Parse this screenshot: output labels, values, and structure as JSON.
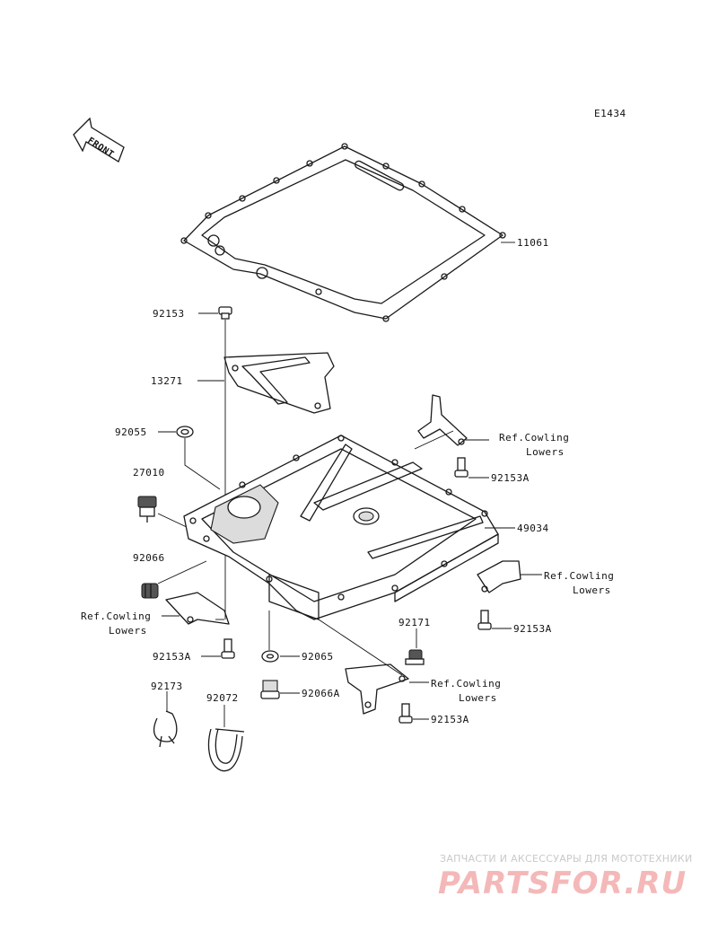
{
  "diagram_code": "E1434",
  "front_label": "FRONT",
  "parts": {
    "p11061": "11061",
    "p92153_top": "92153",
    "p13271": "13271",
    "p92055": "92055",
    "p27010": "27010",
    "p92066": "92066",
    "p92153A_left": "92153A",
    "p92173": "92173",
    "p92072": "92072",
    "p92065": "92065",
    "p92066A": "92066A",
    "p92171": "92171",
    "p92153A_bottom": "92153A",
    "p49034": "49034",
    "p92153A_right_top": "92153A",
    "p92153A_right_mid": "92153A"
  },
  "refs": {
    "ref1_line1": "Ref.Cowling",
    "ref1_line2": "Lowers",
    "ref2_line1": "Ref.Cowling",
    "ref2_line2": "Lowers",
    "ref3_line1": "Ref.Cowling",
    "ref3_line2": "Lowers",
    "ref4_line1": "Ref.Cowling",
    "ref4_line2": "Lowers"
  },
  "watermark": {
    "tagline": "ЗАПЧАСТИ И АКСЕССУАРЫ ДЛЯ МОТОТЕХНИКИ",
    "brand": "PARTSFOR.RU"
  },
  "colors": {
    "line": "#1a1a1a",
    "watermark_brand": "#f4b8b8",
    "watermark_tagline": "#c9c9c9"
  }
}
